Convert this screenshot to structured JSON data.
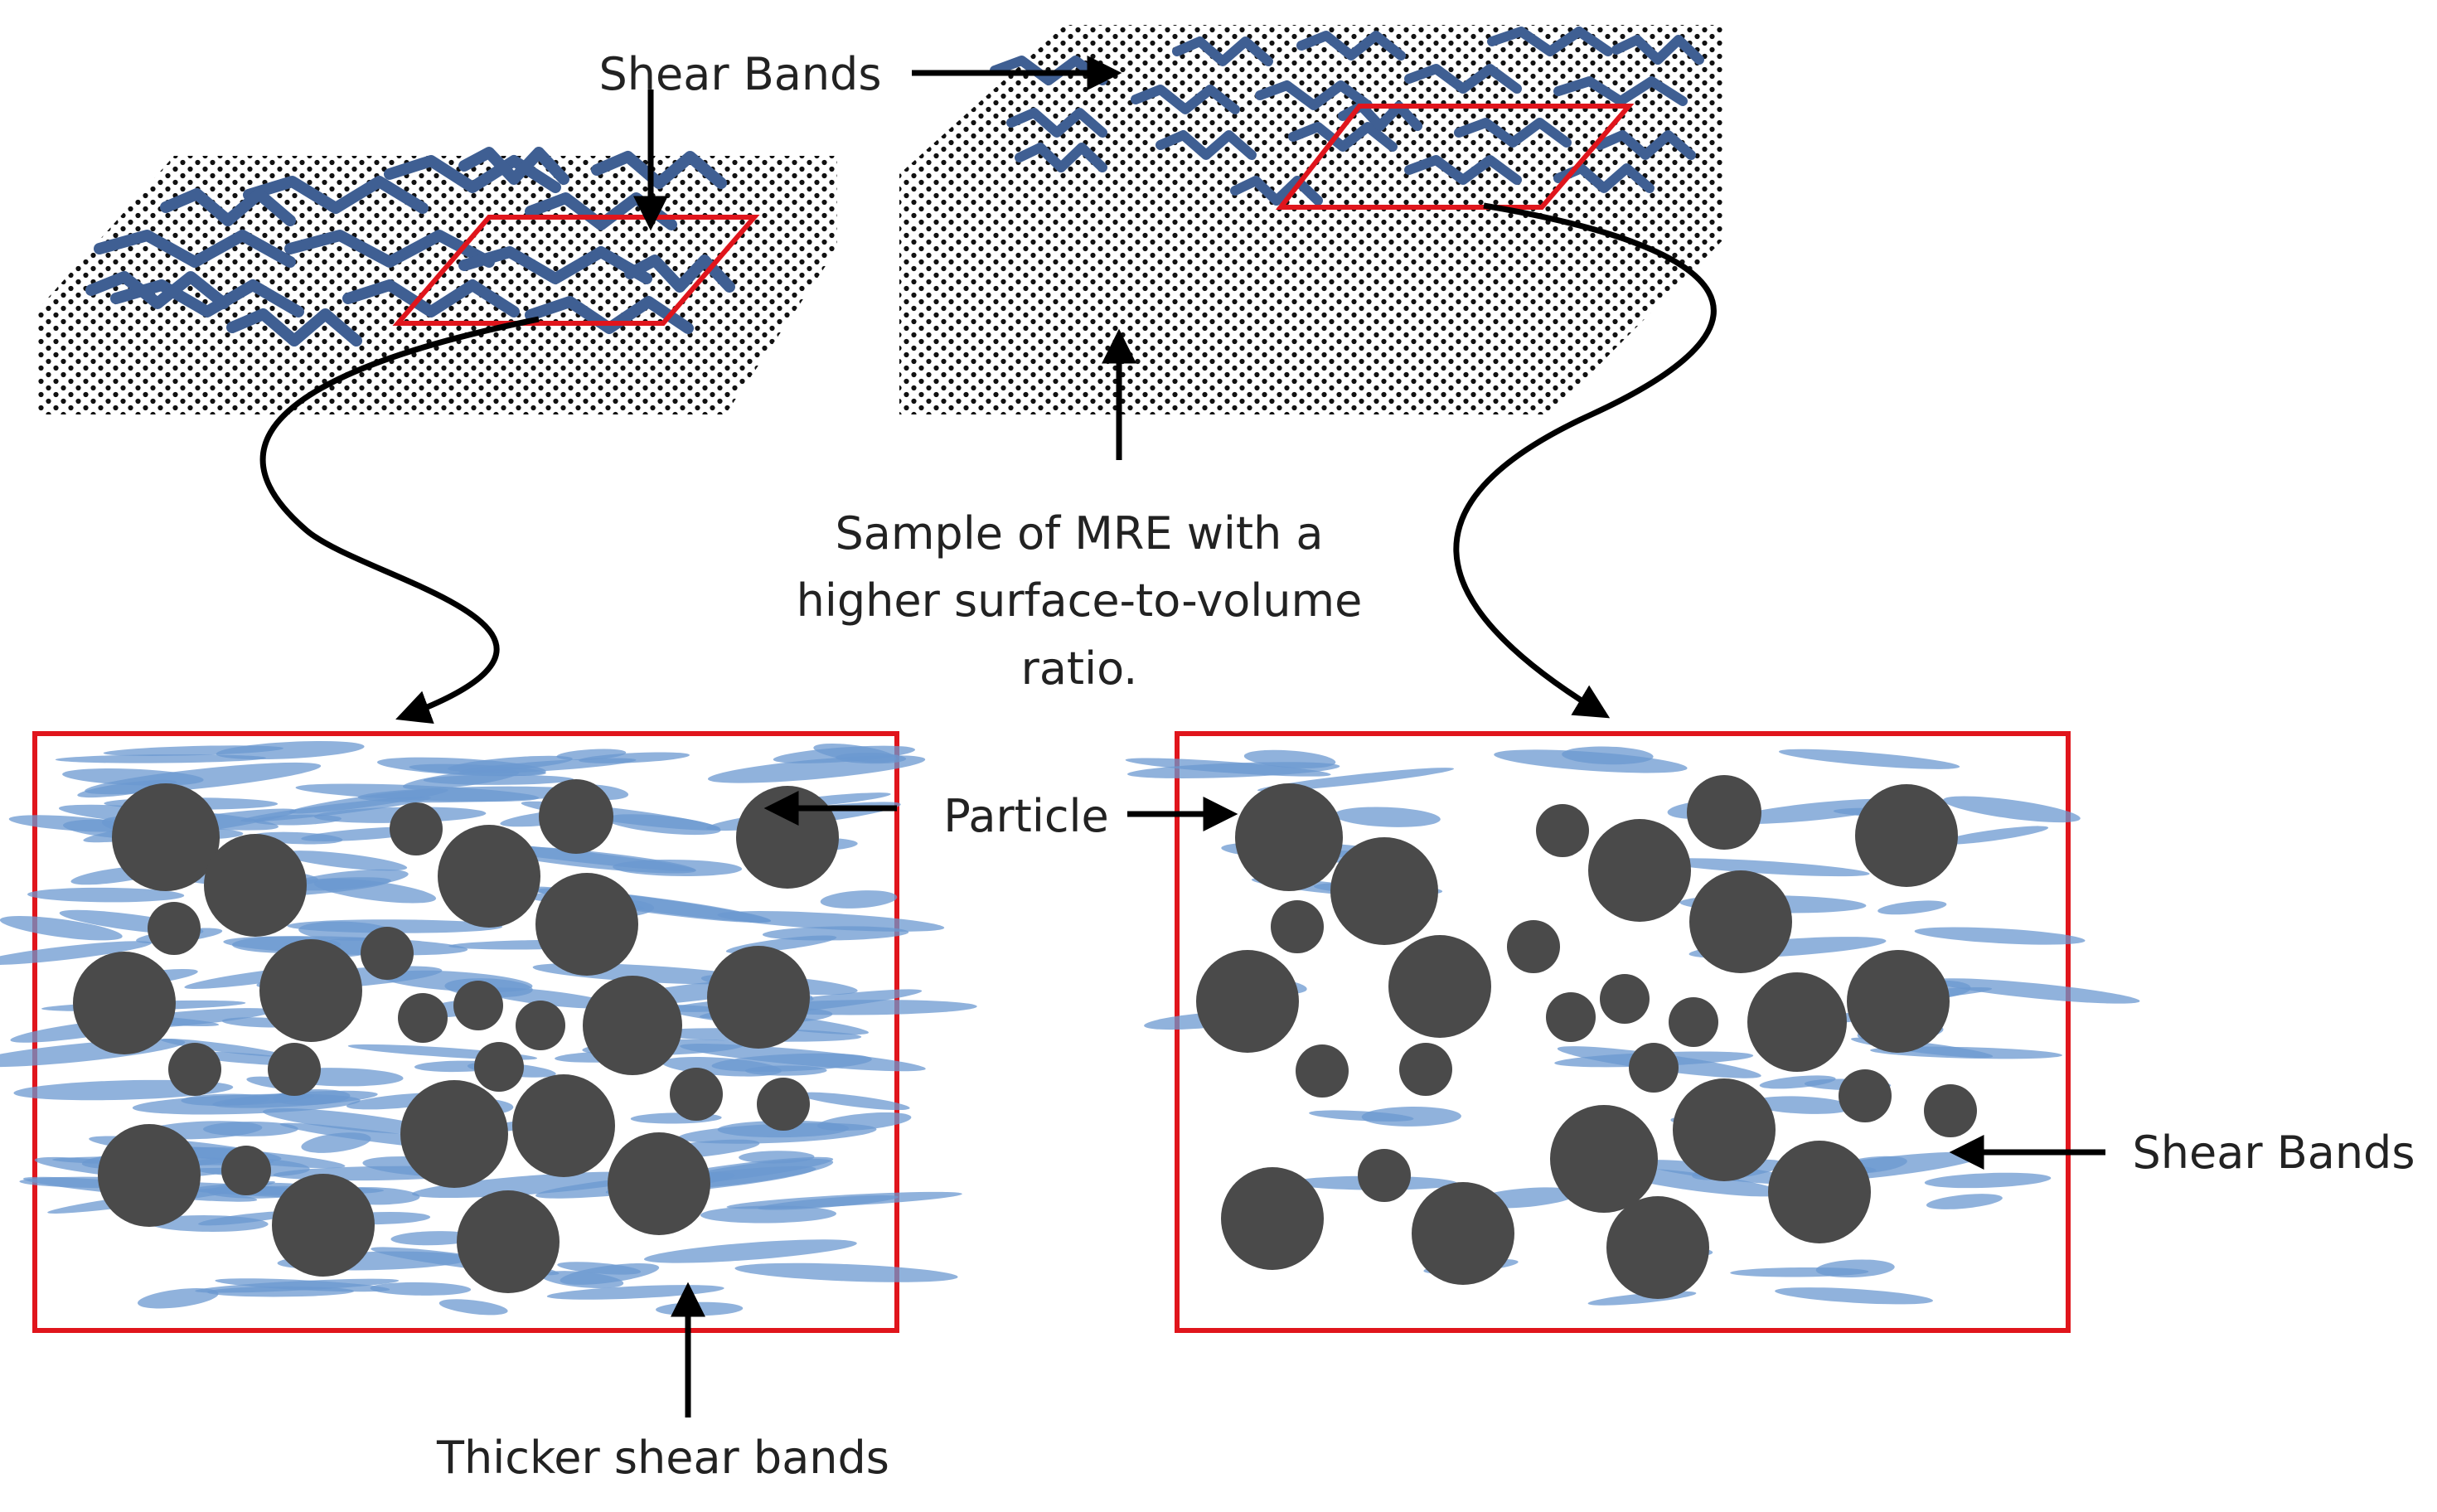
{
  "labels": {
    "shear_bands_top": "Shear Bands",
    "sample_line1": "Sample of MRE with a",
    "sample_line2": "higher surface-to-volume",
    "sample_line3": "ratio.",
    "particle": "Particle",
    "shear_bands_right": "Shear Bands",
    "thicker": "Thicker shear bands"
  },
  "colors": {
    "band": "#3f5f93",
    "band_light": "#6b98d0",
    "particle": "#4a4a4a",
    "frame": "#e0151c",
    "dot": "#111111",
    "arrow": "#000000"
  }
}
